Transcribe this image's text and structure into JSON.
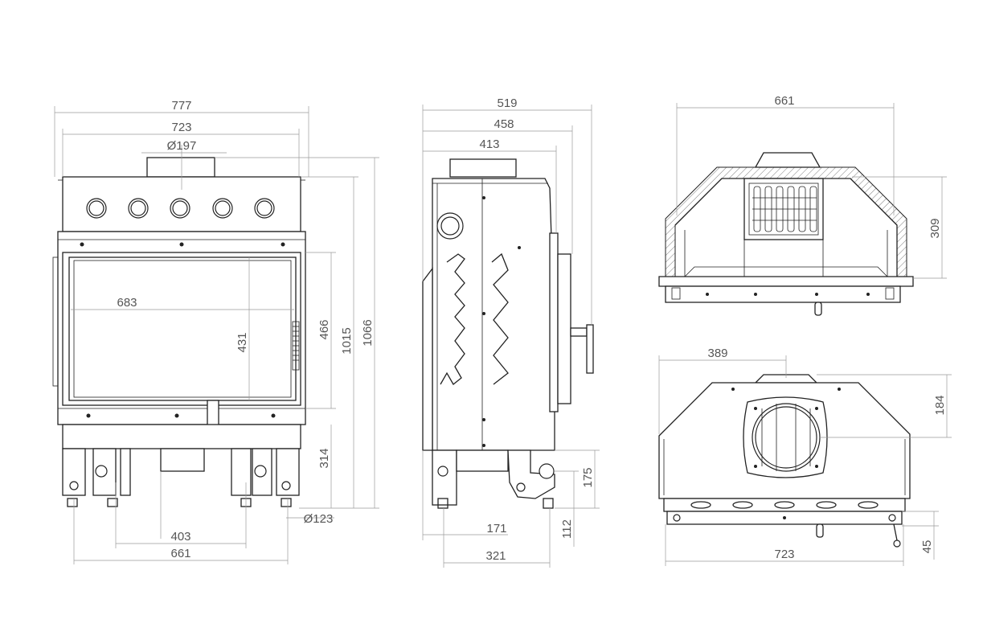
{
  "front_view": {
    "width_overall": "777",
    "width_inner": "723",
    "flue_diameter": "Ø197",
    "glass_width": "683",
    "glass_height": "431",
    "door_height": "466",
    "height_body": "1015",
    "height_overall": "1066",
    "leg_height": "314",
    "leg_spacing_inner": "403",
    "leg_spacing_outer": "661",
    "air_inlet_diameter": "Ø123"
  },
  "side_view": {
    "depth_overall": "519",
    "depth_body": "458",
    "depth_flue": "413",
    "air_inlet_offset": "171",
    "depth_base": "321",
    "inlet_height": "175",
    "inlet_center": "112"
  },
  "top_view": {
    "width": "661",
    "depth": "309"
  },
  "plan_view": {
    "flue_offset": "389",
    "flue_depth": "184",
    "width": "723",
    "front_depth": "45"
  },
  "colors": {
    "line": "#222222",
    "dimension": "#9a9a9a",
    "text": "#555555"
  }
}
